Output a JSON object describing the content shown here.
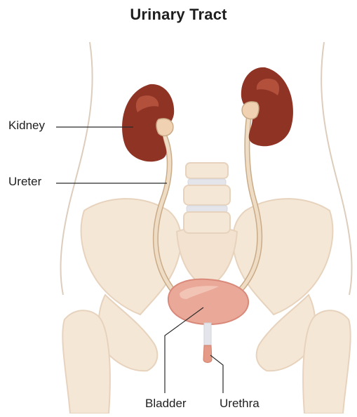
{
  "diagram": {
    "title": "Urinary Tract",
    "labels": {
      "kidney": "Kidney",
      "ureter": "Ureter",
      "bladder": "Bladder",
      "urethra": "Urethra"
    }
  },
  "colors": {
    "text": "#1f1f1f",
    "leader_line": "#2a2a2a",
    "body_outline": "#dccdbd",
    "bone": "#f5e7d6",
    "bone_shadow": "#e7d3bd",
    "spine_disc": "#e3e5ea",
    "kidney": "#8f3325",
    "kidney_highlight": "#b2503c",
    "renal_pelvis": "#f0d2b3",
    "ureter": "#efdcc4",
    "ureter_edge": "#c9ab88",
    "bladder": "#e9a898",
    "bladder_highlight": "#f2c4b6",
    "urethra": "#e49a86"
  }
}
